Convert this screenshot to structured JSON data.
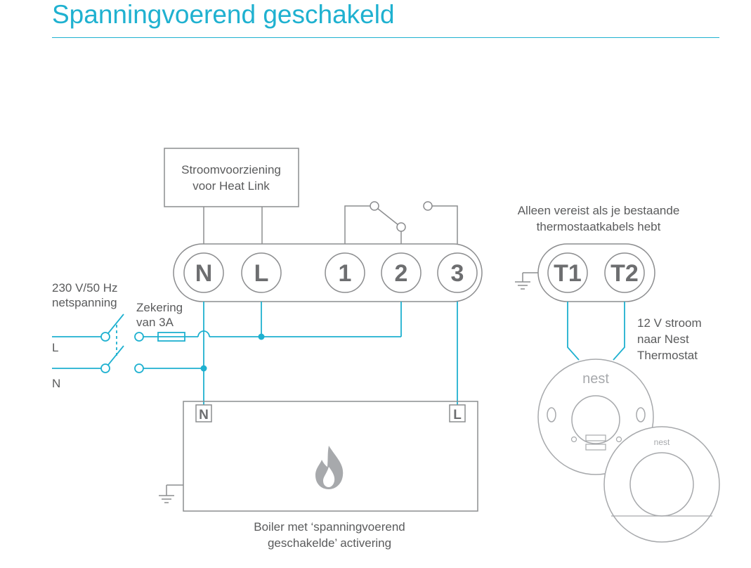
{
  "title": "Spanningvoerend geschakeld",
  "power_supply": {
    "line1": "Stroomvoorziening",
    "line2": "voor Heat Link"
  },
  "terminals": {
    "n": "N",
    "l": "L",
    "t1": "1",
    "t2": "2",
    "t3": "3"
  },
  "thermostat_terminals": {
    "t1": "T1",
    "t2": "T2"
  },
  "optional_note": {
    "line1": "Alleen vereist als je bestaande",
    "line2": "thermostaatkabels hebt"
  },
  "mains": {
    "line1": "230 V/50 Hz",
    "line2": "netspanning",
    "label_l": "L",
    "label_n": "N"
  },
  "fuse": {
    "line1": "Zekering",
    "line2": "van 3A"
  },
  "boiler": {
    "n": "N",
    "l": "L",
    "caption_line1": "Boiler met ‘spanningvoerend",
    "caption_line2": "geschakelde’ activering"
  },
  "thermostat_power": {
    "line1": "12 V stroom",
    "line2": "naar Nest",
    "line3": "Thermostat"
  },
  "nest_base_logo": "nest",
  "nest_display_logo": "nest",
  "colors": {
    "accent": "#1fb1d0",
    "gray_line": "#8c8d8f",
    "text": "#5a5b5c"
  }
}
